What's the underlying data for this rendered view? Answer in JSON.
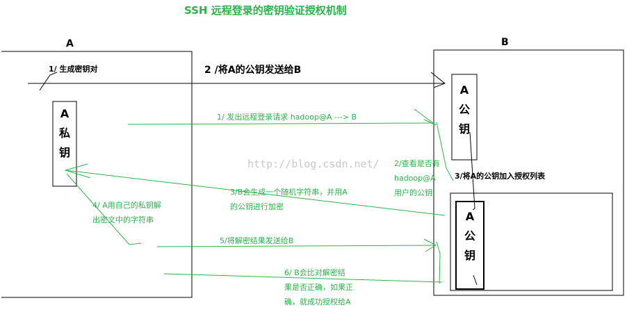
{
  "title": "SSH 远程登录的密钥验证授权机制",
  "host_a": "A",
  "host_b": "B",
  "private_key_box": {
    "line1": "A",
    "line2": "私",
    "line3": "钥"
  },
  "public_key_box": {
    "line1": "A",
    "line2": "公",
    "line3": "钥"
  },
  "authorized_key_box": {
    "line1": "A",
    "line2": "公",
    "line3": "钥"
  },
  "steps": {
    "gen_keypair": "1/ 生成密钥对",
    "send_pubkey": "2 /将A的公钥发送给B",
    "add_authorized": "3/将A的公钥加入授权列表",
    "login_request": "1/ 发出远程登录请求   hadoop@A ---> B",
    "check_line1": "2/查看是否有",
    "check_line2": "hadoop@A",
    "check_line3": "用户的公钥",
    "random_line1": "3/B会生成一个随机字符串，并用A",
    "random_line2": "的公钥进行加密",
    "decrypt_line1": "4/ A用自己的私钥解",
    "decrypt_line2": "出密文中的字符串",
    "send_result": "5/将解密结果发送给B",
    "compare_line1": "6/  B会比对解密结",
    "compare_line2": "果是否正确，如果正",
    "compare_line3": "确，就成功授权给A"
  },
  "watermark": "http://blog.csdn.net/",
  "colors": {
    "accent": "#2bb34a",
    "ink": "#000000",
    "watermark": "#c8c8c8"
  }
}
